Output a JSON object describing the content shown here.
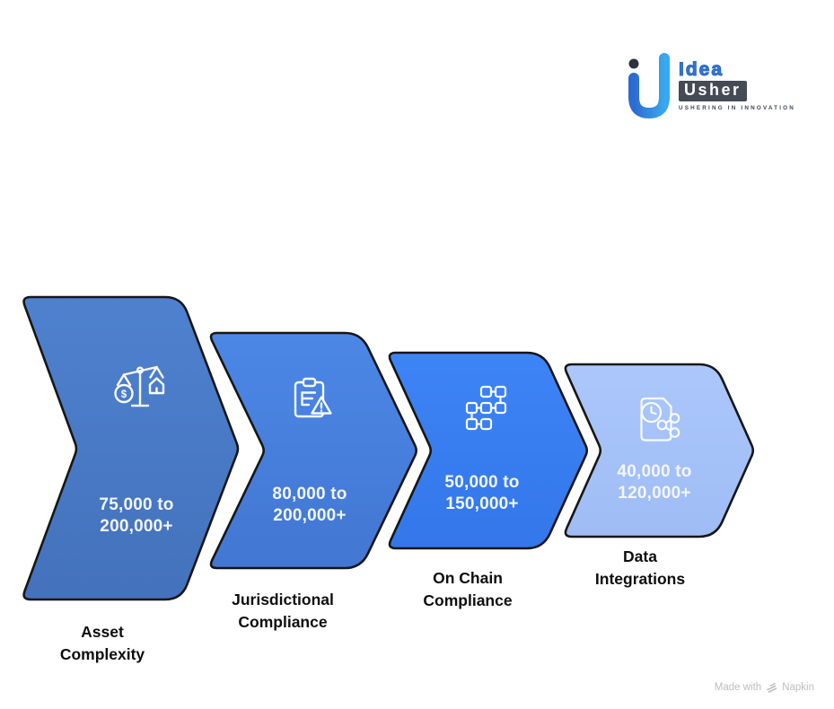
{
  "logo": {
    "brand_word_top": "Idea",
    "brand_word_bottom": "Usher",
    "tagline": "USHERING IN INNOVATION",
    "icon_dot_color": "#2B3340",
    "icon_gradient_start": "#2C6BD0",
    "icon_gradient_end": "#38A8EF"
  },
  "diagram": {
    "outline_color": "#161616",
    "icon_color": "#F7FAFF",
    "value_text_color": "#F2F6FE",
    "label_text_color": "#0E0E0E",
    "steps": [
      {
        "name": "Asset Complexity",
        "icon": "balance-scale-icon",
        "icon_glyph": "$",
        "range_lines": [
          "75,000 to",
          "200,000+"
        ],
        "label_lines": [
          "Asset",
          "Complexity"
        ],
        "fill_top": "#4E81CF",
        "fill_bottom": "#4472BC",
        "icon_patch_fill": "#4A7BC8"
      },
      {
        "name": "Jurisdictional Compliance",
        "icon": "clipboard-warning-icon",
        "range_lines": [
          "80,000 to",
          "200,000+"
        ],
        "label_lines": [
          "Jurisdictional",
          "Compliance"
        ],
        "fill_top": "#4C87E6",
        "fill_bottom": "#4277D2",
        "icon_patch_fill": "#4781DF"
      },
      {
        "name": "On Chain Compliance",
        "icon": "workflow-nodes-icon",
        "range_lines": [
          "50,000 to",
          "150,000+"
        ],
        "label_lines": [
          "On Chain",
          "Compliance"
        ],
        "fill_top": "#3D84F6",
        "fill_bottom": "#3377EA",
        "icon_patch_fill": "#3A80F2"
      },
      {
        "name": "Data Integrations",
        "icon": "document-clock-share-icon",
        "range_lines": [
          "40,000 to",
          "120,000+"
        ],
        "label_lines": [
          "Data",
          "Integrations"
        ],
        "fill_top": "#ABC7FB",
        "fill_bottom": "#9FBCF5",
        "icon_patch_fill": "#A8C4F9"
      }
    ]
  },
  "watermark": {
    "prefix": "Made with",
    "brand": "Napkin",
    "color": "#BDBDBD"
  }
}
